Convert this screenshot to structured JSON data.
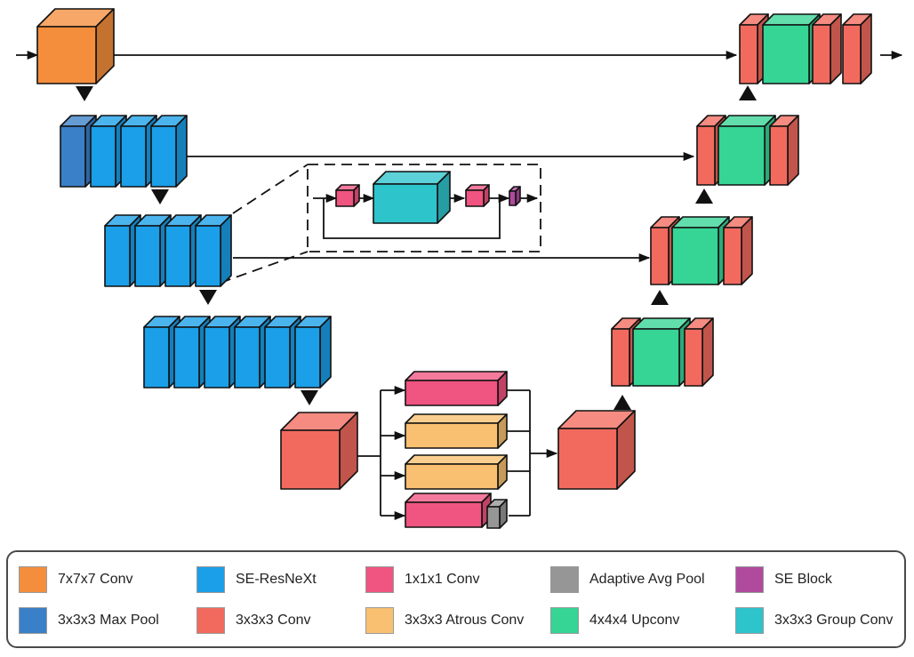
{
  "colors": {
    "conv7": "#F58E3C",
    "se_resnext": "#1A9FE8",
    "maxpool": "#3A80C8",
    "conv3": "#F26A5E",
    "conv1": "#F05480",
    "atrous": "#F8C070",
    "avgpool": "#969696",
    "upconv": "#36D495",
    "se_block": "#B04A9C",
    "group_conv": "#2EC4CC",
    "line": "#111111"
  },
  "legend": {
    "items": [
      {
        "name": "legend-item-7x7x7-conv",
        "label": "7x7x7 Conv",
        "color_key": "conv7"
      },
      {
        "name": "legend-item-se-resnext",
        "label": "SE-ResNeXt",
        "color_key": "se_resnext"
      },
      {
        "name": "legend-item-1x1x1-conv",
        "label": "1x1x1 Conv",
        "color_key": "conv1"
      },
      {
        "name": "legend-item-adaptive-avg-pool",
        "label": "Adaptive Avg Pool",
        "color_key": "avgpool"
      },
      {
        "name": "legend-item-se-block",
        "label": "SE Block",
        "color_key": "se_block"
      },
      {
        "name": "legend-item-3x3x3-max-pool",
        "label": "3x3x3 Max Pool",
        "color_key": "maxpool"
      },
      {
        "name": "legend-item-3x3x3-conv",
        "label": "3x3x3 Conv",
        "color_key": "conv3"
      },
      {
        "name": "legend-item-3x3x3-atrous-conv",
        "label": "3x3x3 Atrous Conv",
        "color_key": "atrous"
      },
      {
        "name": "legend-item-4x4x4-upconv",
        "label": "4x4x4 Upconv",
        "color_key": "upconv"
      },
      {
        "name": "legend-item-3x3x3-group-conv",
        "label": "3x3x3 Group Conv",
        "color_key": "group_conv"
      }
    ]
  }
}
